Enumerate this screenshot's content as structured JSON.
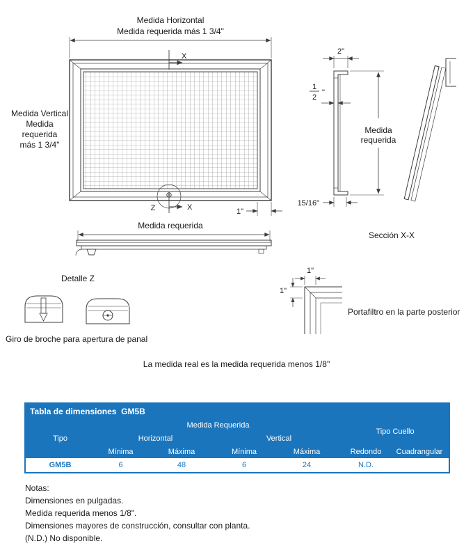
{
  "colors": {
    "line": "#3c3c3c",
    "table_header_bg": "#1b75bc",
    "table_header_text": "#ffffff",
    "table_row_text": "#1b75bc",
    "table_border": "#1b75bc"
  },
  "front_view": {
    "dim_horizontal_title": "Medida Horizontal",
    "dim_horizontal_sub": "Medida requerida más 1 3/4\"",
    "dim_vertical_lines": [
      "Medida Vertical",
      "Medida",
      "requerida",
      "más 1 3/4\""
    ],
    "section_axis_top": "X",
    "section_axis_bottom": "X",
    "detail_marker": "Z",
    "frame_width_dim": "1\""
  },
  "section_view": {
    "depth_dim": "2\"",
    "flange_fraction_numerator": "1",
    "flange_fraction_denominator": "2",
    "flange_fraction_unit": "\"",
    "height_dim_line1": "Medida",
    "height_dim_line2": "requerida",
    "bottom_dim": "15/16\"",
    "caption": "Sección X-X"
  },
  "profile_view": {
    "width_dim": "Medida requerida"
  },
  "detail_z": {
    "title": "Detalle Z",
    "caption": "Giro de broche para apertura de panal"
  },
  "filter_detail": {
    "top_dim": "1\"",
    "left_dim": "1\"",
    "caption": "Portafiltro en la parte posterior"
  },
  "footnote": "La medida real es la medida requerida menos 1/8\"",
  "table": {
    "title": "Tabla de dimensiones  GM5B",
    "headers": {
      "tipo": "Tipo",
      "medida_requerida": "Medida Requerida",
      "horizontal": "Horizontal",
      "vertical": "Vertical",
      "tipo_cuello": "Tipo Cuello",
      "h_minima": "Mínima",
      "h_maxima": "Máxima",
      "v_minima": "Mínima",
      "v_maxima": "Máxima",
      "redondo": "Redondo",
      "cuadrangular": "Cuadrangular"
    },
    "rows": [
      {
        "tipo": "GM5B",
        "h_minima": "6",
        "h_maxima": "48",
        "v_minima": "6",
        "v_maxima": "24",
        "redondo": "N.D.",
        "cuadrangular": ""
      }
    ]
  },
  "notes": {
    "title": "Notas:",
    "items": [
      "Dimensiones en pulgadas.",
      "Medida requerida menos 1/8\".",
      "Dimensiones mayores de construcción, consultar con planta.",
      "(N.D.) No disponible."
    ]
  }
}
